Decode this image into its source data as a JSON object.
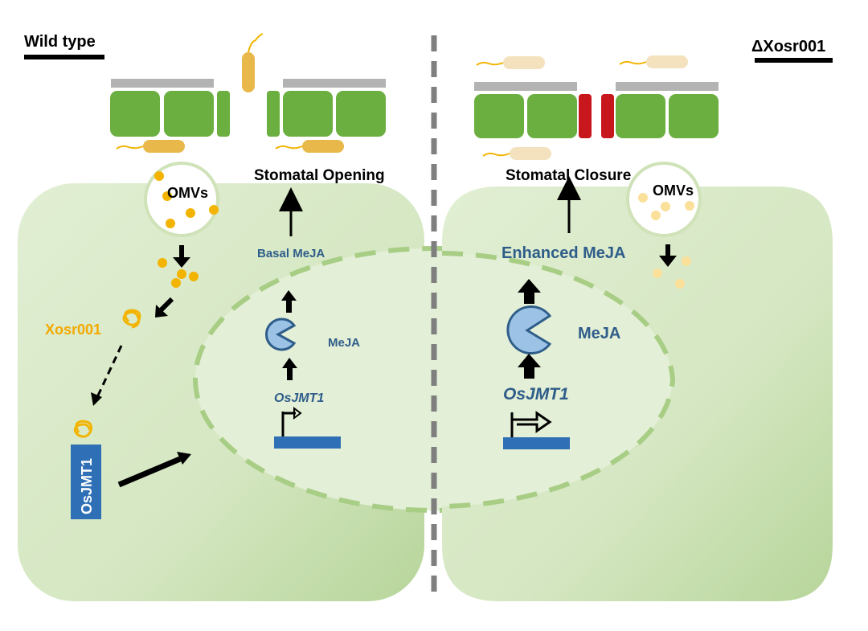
{
  "left_panel": {
    "title": "Wild type",
    "stomata_label": "Stomatal Opening",
    "omv_label": "OMVs",
    "effector_label": "Xosr001",
    "target_label": "OsJMT1",
    "meja_level_label": "Basal MeJA",
    "meja_label": "MeJA",
    "gene_label": "OsJMT1"
  },
  "right_panel": {
    "title": "ΔXosr001",
    "stomata_label": "Stomatal Closure",
    "omv_label": "OMVs",
    "meja_level_label": "Enhanced MeJA",
    "meja_label": "MeJA",
    "gene_label": "OsJMT1"
  },
  "colors": {
    "cell_fill": "#d3e6bf",
    "nucleus_fill": "#e3efd6",
    "guard_cell": "#6aaf3f",
    "closed_pore": "#c8161d",
    "cuticle": "#b3b3b3",
    "bacterium_wt": "#e8b84a",
    "bacterium_mut": "#f3e2bd",
    "omv_wt": "#f2b400",
    "omv_mut": "#fbe09a",
    "text_blue": "#2f5d8a",
    "text_orange": "#f2a900",
    "gene_bar": "#2e6fb5",
    "meja_fill": "#9cc3e6"
  }
}
